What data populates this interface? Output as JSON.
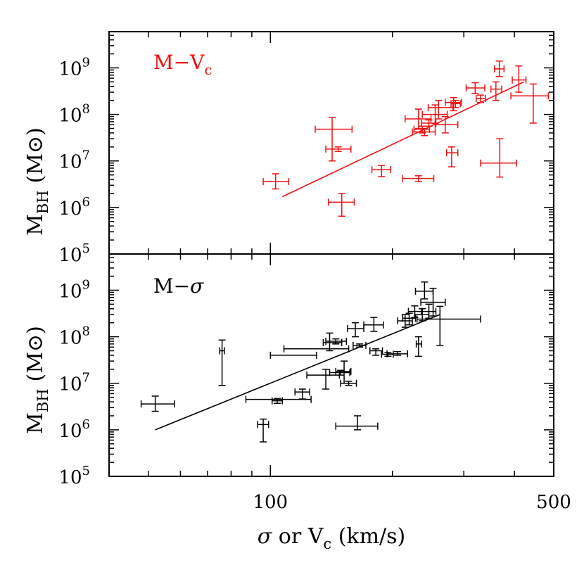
{
  "chart_data": [
    {
      "type": "scatter",
      "panel": "top",
      "label_main": "M−V",
      "label_sub": "c",
      "color": "#ee1111",
      "ylabel_main": "M",
      "ylabel_sub": "BH",
      "ylabel_unit": "(M⊙)",
      "xscale": "log",
      "yscale": "log",
      "xlim": [
        40,
        500
      ],
      "ylim": [
        100000,
        6000000000
      ],
      "yticks": [
        {
          "base": "10",
          "exp": "9"
        },
        {
          "base": "10",
          "exp": "8"
        },
        {
          "base": "10",
          "exp": "7"
        },
        {
          "base": "10",
          "exp": "6"
        },
        {
          "base": "10",
          "exp": "5"
        }
      ],
      "points": [
        {
          "x": 103,
          "y": 3600000.0,
          "xlo": 96,
          "xhi": 111,
          "ylo": 2500000.0,
          "yhi": 5300000.0
        },
        {
          "x": 142,
          "y": 48000000.0,
          "xlo": 129,
          "xhi": 159,
          "ylo": 10000000.0,
          "yhi": 85000000.0
        },
        {
          "x": 147,
          "y": 18000000.0,
          "xlo": 137,
          "xhi": 158,
          "ylo": 16000000.0,
          "yhi": 20000000.0
        },
        {
          "x": 150,
          "y": 1300000.0,
          "xlo": 139,
          "xhi": 161,
          "ylo": 650000.0,
          "yhi": 2000000.0
        },
        {
          "x": 188,
          "y": 6500000.0,
          "xlo": 178,
          "xhi": 198,
          "ylo": 4600000.0,
          "yhi": 8000000.0
        },
        {
          "x": 232,
          "y": 4200000.0,
          "xlo": 212,
          "xhi": 253,
          "ylo": 3600000.0,
          "yhi": 4800000.0
        },
        {
          "x": 232,
          "y": 80000000.0,
          "xlo": 215,
          "xhi": 249,
          "ylo": 50000000.0,
          "yhi": 130000000.0
        },
        {
          "x": 237,
          "y": 48000000.0,
          "xlo": 226,
          "xhi": 247,
          "ylo": 40000000.0,
          "yhi": 56000000.0
        },
        {
          "x": 240,
          "y": 42000000.0,
          "xlo": 224,
          "xhi": 255,
          "ylo": 35000000.0,
          "yhi": 50000000.0
        },
        {
          "x": 246,
          "y": 65000000.0,
          "xlo": 236,
          "xhi": 256,
          "ylo": 56000000.0,
          "yhi": 76000000.0
        },
        {
          "x": 255,
          "y": 100000000.0,
          "xlo": 237,
          "xhi": 273,
          "ylo": 64000000.0,
          "yhi": 160000000.0
        },
        {
          "x": 260,
          "y": 140000000.0,
          "xlo": 245,
          "xhi": 282,
          "ylo": 80000000.0,
          "yhi": 200000000.0
        },
        {
          "x": 270,
          "y": 60000000.0,
          "xlo": 255,
          "xhi": 290,
          "ylo": 40000000.0,
          "yhi": 90000000.0
        },
        {
          "x": 280,
          "y": 15000000.0,
          "xlo": 272,
          "xhi": 290,
          "ylo": 7500000.0,
          "yhi": 20000000.0
        },
        {
          "x": 283,
          "y": 180000000.0,
          "xlo": 270,
          "xhi": 296,
          "ylo": 120000000.0,
          "yhi": 230000000.0
        },
        {
          "x": 286,
          "y": 170000000.0,
          "xlo": 279,
          "xhi": 294,
          "ylo": 140000000.0,
          "yhi": 200000000.0
        },
        {
          "x": 320,
          "y": 370000000.0,
          "xlo": 304,
          "xhi": 338,
          "ylo": 280000000.0,
          "yhi": 480000000.0
        },
        {
          "x": 330,
          "y": 220000000.0,
          "xlo": 322,
          "xhi": 339,
          "ylo": 180000000.0,
          "yhi": 260000000.0
        },
        {
          "x": 360,
          "y": 350000000.0,
          "xlo": 350,
          "xhi": 372,
          "ylo": 200000000.0,
          "yhi": 500000000.0
        },
        {
          "x": 367,
          "y": 950000000.0,
          "xlo": 357,
          "xhi": 377,
          "ylo": 650000000.0,
          "yhi": 1400000000.0
        },
        {
          "x": 368,
          "y": 9000000.0,
          "xlo": 330,
          "xhi": 405,
          "ylo": 4500000.0,
          "yhi": 30000000.0
        },
        {
          "x": 410,
          "y": 550000000.0,
          "xlo": 395,
          "xhi": 427,
          "ylo": 300000000.0,
          "yhi": 1100000000.0
        },
        {
          "x": 445,
          "y": 250000000.0,
          "xlo": 392,
          "xhi": 485,
          "ylo": 65000000.0,
          "yhi": 450000000.0
        }
      ],
      "fit": {
        "x1": 107,
        "y1": 1700000.0,
        "x2": 422,
        "y2": 500000000.0
      }
    },
    {
      "type": "scatter",
      "panel": "bottom",
      "label_main": "M−",
      "label_greek": "σ",
      "color": "#000000",
      "ylabel_main": "M",
      "ylabel_sub": "BH",
      "ylabel_unit": "(M⊙)",
      "xlabel_greek": "σ",
      "xlabel_main": " or V",
      "xlabel_sub": "c",
      "xlabel_unit": " (km/s)",
      "xscale": "log",
      "yscale": "log",
      "xlim": [
        40,
        500
      ],
      "ylim": [
        100000,
        6000000000
      ],
      "xticks": [
        {
          "value": 100,
          "label": "100"
        },
        {
          "value": 500,
          "label": "500"
        }
      ],
      "yticks": [
        {
          "base": "10",
          "exp": "9"
        },
        {
          "base": "10",
          "exp": "8"
        },
        {
          "base": "10",
          "exp": "7"
        },
        {
          "base": "10",
          "exp": "6"
        },
        {
          "base": "10",
          "exp": "5"
        }
      ],
      "points": [
        {
          "x": 52,
          "y": 3600000.0,
          "xlo": 48,
          "xhi": 58,
          "ylo": 2500000.0,
          "yhi": 5300000.0
        },
        {
          "x": 76,
          "y": 50000000.0,
          "xlo": 75,
          "xhi": 77,
          "ylo": 9000000.0,
          "yhi": 85000000.0
        },
        {
          "x": 96,
          "y": 1300000.0,
          "xlo": 93,
          "xhi": 99,
          "ylo": 550000.0,
          "yhi": 1700000.0
        },
        {
          "x": 104,
          "y": 4200000.0,
          "xlo": 101,
          "xhi": 107,
          "ylo": 3700000.0,
          "yhi": 4700000.0
        },
        {
          "x": 106,
          "y": 4500000.0,
          "xlo": 87,
          "xhi": 126,
          "ylo": 4500000.0,
          "yhi": 4500000.0
        },
        {
          "x": 120,
          "y": 6500000.0,
          "xlo": 115,
          "xhi": 125,
          "ylo": 4600000.0,
          "yhi": 7500000.0
        },
        {
          "x": 110,
          "y": 40000000.0,
          "xlo": 100,
          "xhi": 130,
          "ylo": 40000000.0,
          "yhi": 40000000.0
        },
        {
          "x": 130,
          "y": 55000000.0,
          "xlo": 108,
          "xhi": 156,
          "ylo": 55000000.0,
          "yhi": 55000000.0
        },
        {
          "x": 137,
          "y": 15000000.0,
          "xlo": 123,
          "xhi": 148,
          "ylo": 7500000.0,
          "yhi": 20000000.0
        },
        {
          "x": 140,
          "y": 75000000.0,
          "xlo": 135,
          "xhi": 150,
          "ylo": 50000000.0,
          "yhi": 120000000.0
        },
        {
          "x": 145,
          "y": 80000000.0,
          "xlo": 137,
          "xhi": 154,
          "ylo": 70000000.0,
          "yhi": 90000000.0
        },
        {
          "x": 149,
          "y": 17000000.0,
          "xlo": 140,
          "xhi": 157,
          "ylo": 15000000.0,
          "yhi": 19000000.0
        },
        {
          "x": 152,
          "y": 18000000.0,
          "xlo": 145,
          "xhi": 158,
          "ylo": 10000000.0,
          "yhi": 30000000.0
        },
        {
          "x": 156,
          "y": 10000000.0,
          "xlo": 149,
          "xhi": 163,
          "ylo": 9000000.0,
          "yhi": 11000000.0
        },
        {
          "x": 162,
          "y": 150000000.0,
          "xlo": 155,
          "xhi": 170,
          "ylo": 100000000.0,
          "yhi": 200000000.0
        },
        {
          "x": 164,
          "y": 1200000.0,
          "xlo": 145,
          "xhi": 184,
          "ylo": 1000000.0,
          "yhi": 2000000.0
        },
        {
          "x": 166,
          "y": 65000000.0,
          "xlo": 160,
          "xhi": 172,
          "ylo": 60000000.0,
          "yhi": 70000000.0
        },
        {
          "x": 180,
          "y": 180000000.0,
          "xlo": 170,
          "xhi": 190,
          "ylo": 130000000.0,
          "yhi": 260000000.0
        },
        {
          "x": 182,
          "y": 50000000.0,
          "xlo": 176,
          "xhi": 189,
          "ylo": 40000000.0,
          "yhi": 55000000.0
        },
        {
          "x": 195,
          "y": 42000000.0,
          "xlo": 188,
          "xhi": 201,
          "ylo": 38000000.0,
          "yhi": 46000000.0
        },
        {
          "x": 206,
          "y": 43000000.0,
          "xlo": 194,
          "xhi": 218,
          "ylo": 40000000.0,
          "yhi": 48000000.0
        },
        {
          "x": 215,
          "y": 220000000.0,
          "xlo": 206,
          "xhi": 224,
          "ylo": 160000000.0,
          "yhi": 300000000.0
        },
        {
          "x": 220,
          "y": 250000000.0,
          "xlo": 212,
          "xhi": 228,
          "ylo": 180000000.0,
          "yhi": 320000000.0
        },
        {
          "x": 227,
          "y": 350000000.0,
          "xlo": 219,
          "xhi": 236,
          "ylo": 260000000.0,
          "yhi": 460000000.0
        },
        {
          "x": 232,
          "y": 70000000.0,
          "xlo": 229,
          "xhi": 236,
          "ylo": 38000000.0,
          "yhi": 100000000.0
        },
        {
          "x": 237,
          "y": 300000000.0,
          "xlo": 227,
          "xhi": 246,
          "ylo": 220000000.0,
          "yhi": 400000000.0
        },
        {
          "x": 240,
          "y": 950000000.0,
          "xlo": 228,
          "xhi": 252,
          "ylo": 650000000.0,
          "yhi": 1500000000.0
        },
        {
          "x": 246,
          "y": 350000000.0,
          "xlo": 236,
          "xhi": 256,
          "ylo": 250000000.0,
          "yhi": 500000000.0
        },
        {
          "x": 252,
          "y": 550000000.0,
          "xlo": 235,
          "xhi": 270,
          "ylo": 280000000.0,
          "yhi": 1100000000.0
        },
        {
          "x": 262,
          "y": 240000000.0,
          "xlo": 230,
          "xhi": 330,
          "ylo": 65000000.0,
          "yhi": 450000000.0
        }
      ],
      "fit": {
        "x1": 52,
        "y1": 1000000.0,
        "x2": 262,
        "y2": 300000000.0
      }
    }
  ]
}
